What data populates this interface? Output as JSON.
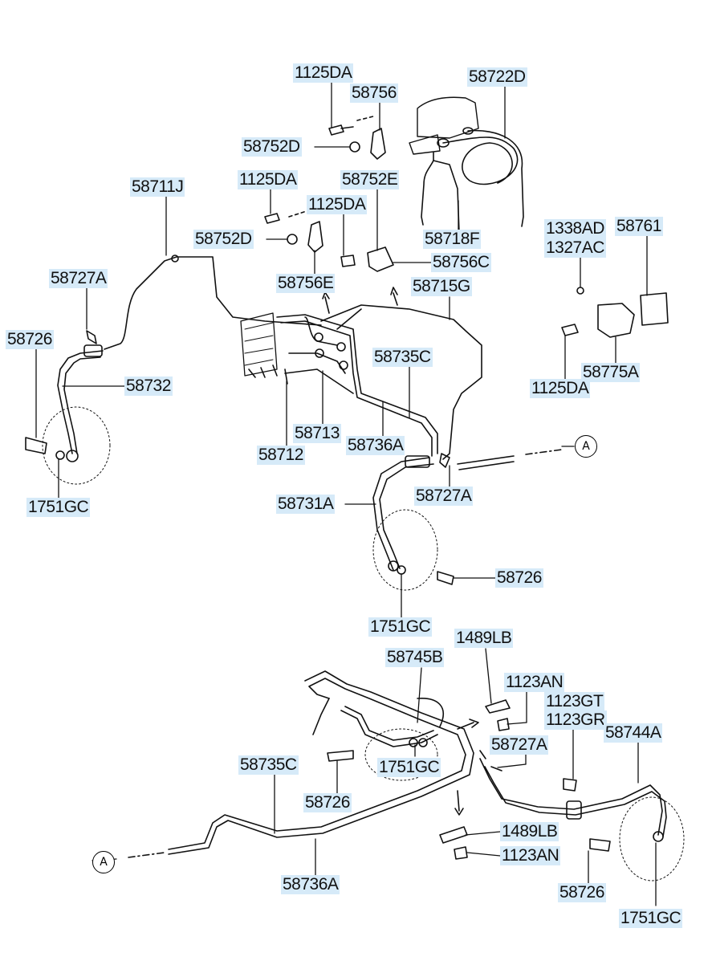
{
  "labels": [
    {
      "id": "1125DA-1",
      "text": "1125DA"
    },
    {
      "id": "58756",
      "text": "58756"
    },
    {
      "id": "58722D",
      "text": "58722D"
    },
    {
      "id": "58752D-1",
      "text": "58752D"
    },
    {
      "id": "58711J",
      "text": "58711J"
    },
    {
      "id": "1125DA-2",
      "text": "1125DA"
    },
    {
      "id": "58752E",
      "text": "58752E"
    },
    {
      "id": "1125DA-3",
      "text": "1125DA"
    },
    {
      "id": "58718F",
      "text": "58718F"
    },
    {
      "id": "58752D-2",
      "text": "58752D"
    },
    {
      "id": "58756C",
      "text": "58756C"
    },
    {
      "id": "1338AD",
      "text": "1338AD"
    },
    {
      "id": "58761",
      "text": "58761"
    },
    {
      "id": "1327AC",
      "text": "1327AC"
    },
    {
      "id": "58727A-1",
      "text": "58727A"
    },
    {
      "id": "58756E",
      "text": "58756E"
    },
    {
      "id": "58715G",
      "text": "58715G"
    },
    {
      "id": "58726-1",
      "text": "58726"
    },
    {
      "id": "58735C-1",
      "text": "58735C"
    },
    {
      "id": "58775A",
      "text": "58775A"
    },
    {
      "id": "58732",
      "text": "58732"
    },
    {
      "id": "1125DA-4",
      "text": "1125DA"
    },
    {
      "id": "58713",
      "text": "58713"
    },
    {
      "id": "58736A-1",
      "text": "58736A"
    },
    {
      "id": "58712",
      "text": "58712"
    },
    {
      "id": "58727A-2",
      "text": "58727A"
    },
    {
      "id": "58731A",
      "text": "58731A"
    },
    {
      "id": "1751GC-1",
      "text": "1751GC"
    },
    {
      "id": "58726-2",
      "text": "58726"
    },
    {
      "id": "1751GC-2",
      "text": "1751GC"
    },
    {
      "id": "1489LB-1",
      "text": "1489LB"
    },
    {
      "id": "58745B",
      "text": "58745B"
    },
    {
      "id": "1123AN-1",
      "text": "1123AN"
    },
    {
      "id": "1123GT",
      "text": "1123GT"
    },
    {
      "id": "1123GR",
      "text": "1123GR"
    },
    {
      "id": "58744A",
      "text": "58744A"
    },
    {
      "id": "58727A-3",
      "text": "58727A"
    },
    {
      "id": "58735C-2",
      "text": "58735C"
    },
    {
      "id": "1751GC-3",
      "text": "1751GC"
    },
    {
      "id": "58726-3",
      "text": "58726"
    },
    {
      "id": "1489LB-2",
      "text": "1489LB"
    },
    {
      "id": "1123AN-2",
      "text": "1123AN"
    },
    {
      "id": "58736A-2",
      "text": "58736A"
    },
    {
      "id": "58726-4",
      "text": "58726"
    },
    {
      "id": "1751GC-4",
      "text": "1751GC"
    }
  ],
  "callouts": {
    "a_right": "A",
    "a_left": "A"
  }
}
